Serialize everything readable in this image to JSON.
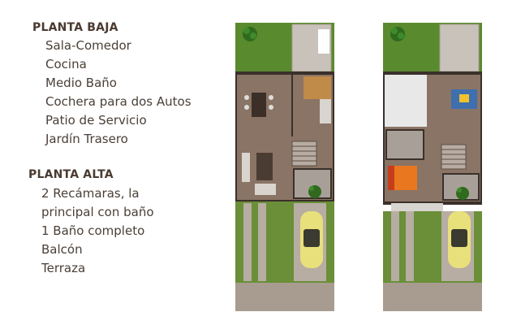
{
  "planta_baja": {
    "title": "PLANTA BAJA",
    "items": [
      "Sala-Comedor",
      "Cocina",
      "Medio Baño",
      "Cochera para dos Autos",
      "Patio de Servicio",
      "Jardín Trasero"
    ]
  },
  "planta_alta": {
    "title": "PLANTA ALTA",
    "items": [
      "2 Recámaras, la",
      "principal con baño",
      "1 Baño completo",
      "Balcón",
      "Terraza"
    ]
  },
  "colors": {
    "text": "#4a4038",
    "lawn": "#5a8a2e",
    "interior_floor": "#8a7465",
    "walls": "#3a302a",
    "street": "#a89c90",
    "car": "#e8e07a",
    "bed_orange": "#e8771f",
    "bed_blue": "#3f6fae"
  },
  "icons": [
    "plant-icon",
    "car-icon",
    "bed-icon",
    "dining-table-icon",
    "sofa-icon"
  ]
}
